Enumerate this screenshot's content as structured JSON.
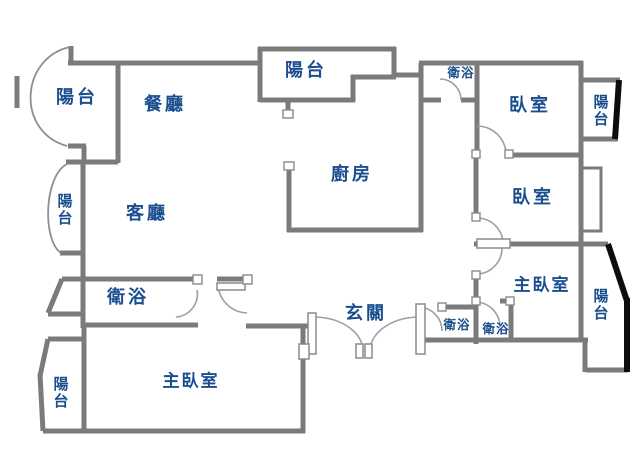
{
  "title": "apartment-floor-plan",
  "colors": {
    "wall": "#7b7b7b",
    "blackwall": "#0d0d0d",
    "door": "#9aa0a6",
    "label": "#1b4e8f",
    "bg": "#ffffff"
  },
  "rooms": [
    {
      "id": "balcony-top-left",
      "label": "陽台"
    },
    {
      "id": "dining-room",
      "label": "餐廳"
    },
    {
      "id": "balcony-top-center",
      "label": "陽台"
    },
    {
      "id": "bathroom-top",
      "label": "衛浴"
    },
    {
      "id": "bedroom-1",
      "label": "臥室"
    },
    {
      "id": "balcony-right-top",
      "label": "陽台"
    },
    {
      "id": "kitchen",
      "label": "廚房"
    },
    {
      "id": "bedroom-2",
      "label": "臥室"
    },
    {
      "id": "balcony-left",
      "label": "陽台"
    },
    {
      "id": "living-room",
      "label": "客廳"
    },
    {
      "id": "master-bedroom-right",
      "label": "主臥室"
    },
    {
      "id": "balcony-right-bottom",
      "label": "陽台"
    },
    {
      "id": "bathroom-left",
      "label": "衛浴"
    },
    {
      "id": "foyer",
      "label": "玄關"
    },
    {
      "id": "bathroom-small-1",
      "label": "衛浴"
    },
    {
      "id": "bathroom-small-2",
      "label": "衛浴"
    },
    {
      "id": "master-bedroom-bottom",
      "label": "主臥室"
    },
    {
      "id": "balcony-bottom-left",
      "label": "陽台"
    }
  ]
}
